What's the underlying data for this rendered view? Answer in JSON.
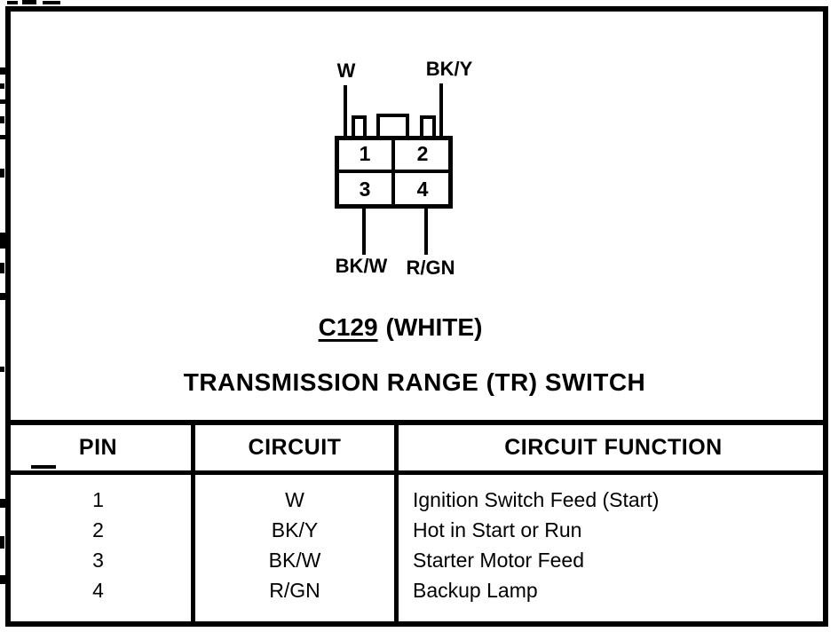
{
  "page": {
    "ink_color": "#000000",
    "paper_color": "#ffffff"
  },
  "connector": {
    "id_label": "C129",
    "color_note": "(WHITE)",
    "title": "TRANSMISSION RANGE (TR) SWITCH",
    "pins": [
      "1",
      "2",
      "3",
      "4"
    ],
    "wire_labels": {
      "top_left": "W",
      "top_right": "BK/Y",
      "bottom_left": "BK/W",
      "bottom_right": "R/GN"
    }
  },
  "table": {
    "headers": [
      "PIN",
      "CIRCUIT",
      "CIRCUIT FUNCTION"
    ],
    "rows": [
      {
        "pin": "1",
        "circuit": "W",
        "function": "Ignition Switch Feed (Start)"
      },
      {
        "pin": "2",
        "circuit": "BK/Y",
        "function": "Hot in Start or Run"
      },
      {
        "pin": "3",
        "circuit": "BK/W",
        "function": "Starter Motor Feed"
      },
      {
        "pin": "4",
        "circuit": "R/GN",
        "function": "Backup Lamp"
      }
    ]
  }
}
